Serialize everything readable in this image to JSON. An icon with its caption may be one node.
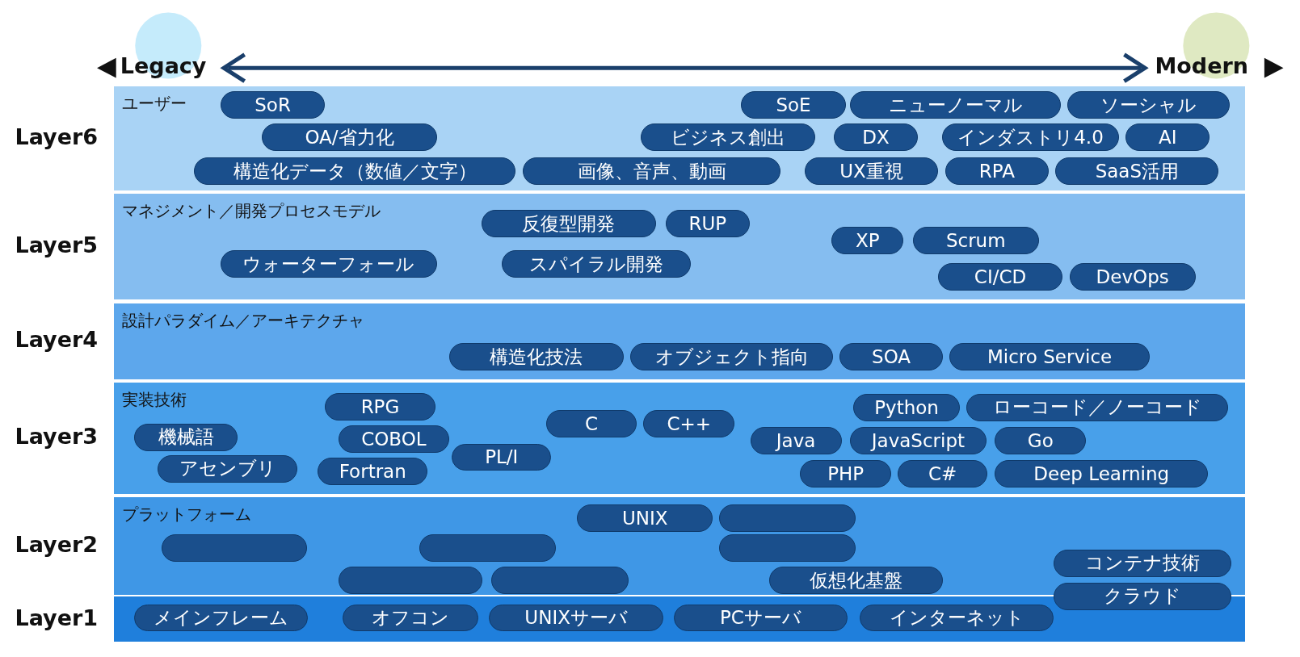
{
  "diagram": {
    "nodes": [
      {
        "text": [
          "Layer6",
          "ユーザー"
        ]
      },
      {
        "text": [
          "SoR"
        ],
        "in": 0
      },
      {
        "text": [
          "SoE"
        ],
        "in": 0
      },
      {
        "text": [
          "ニューノーマル"
        ],
        "in": 0
      },
      {
        "text": [
          "ソーシャル"
        ],
        "in": 0
      },
      {
        "text": [
          "OA/省力化"
        ],
        "in": 0
      },
      {
        "text": [
          "ビジネス創出"
        ],
        "in": 0
      },
      {
        "text": [
          "DX"
        ],
        "in": 0
      },
      {
        "text": [
          "インダストリ4.0"
        ],
        "in": 0
      },
      {
        "text": [
          "AI"
        ],
        "in": 0
      },
      {
        "text": [
          "構造化データ（数値／文字）"
        ],
        "in": 0
      },
      {
        "text": [
          "画像、音声、動画"
        ],
        "in": 0
      },
      {
        "text": [
          "UX重視"
        ],
        "in": 0
      },
      {
        "text": [
          "RPA"
        ],
        "in": 0
      },
      {
        "text": [
          "SaaS活用"
        ],
        "in": 0
      },
      {
        "text": [
          "Layer5",
          "マネジメント／開発プロセスモデル"
        ]
      },
      {
        "text": [
          "反復型開発"
        ],
        "in": 15
      },
      {
        "text": [
          "RUP"
        ],
        "in": 15
      },
      {
        "text": [
          "XP"
        ],
        "in": 15
      },
      {
        "text": [
          "Scrum"
        ],
        "in": 15
      },
      {
        "text": [
          "ウォーターフォール"
        ],
        "in": 15
      },
      {
        "text": [
          "スパイラル開発"
        ],
        "in": 15
      },
      {
        "text": [
          "CI/CD"
        ],
        "in": 15
      },
      {
        "text": [
          "DevOps"
        ],
        "in": 15
      },
      {
        "text": [
          "Layer4",
          "設計パラダイム／アーキテクチャ"
        ]
      },
      {
        "text": [
          "構造化技法"
        ],
        "in": 24
      },
      {
        "text": [
          "オブジェクト指向"
        ],
        "in": 24
      },
      {
        "text": [
          "SOA"
        ],
        "in": 24
      },
      {
        "text": [
          "Micro Service"
        ],
        "in": 24
      },
      {
        "text": [
          "Layer3",
          "実装技術"
        ]
      },
      {
        "text": [
          "RPG"
        ],
        "in": 29
      },
      {
        "text": [
          "Python"
        ],
        "in": 29
      },
      {
        "text": [
          "ローコード／ノーコード"
        ],
        "in": 29
      },
      {
        "text": [
          "C"
        ],
        "in": 29
      },
      {
        "text": [
          "C++"
        ],
        "in": 29
      },
      {
        "text": [
          "機械語"
        ],
        "in": 29
      },
      {
        "text": [
          "COBOL"
        ],
        "in": 29
      },
      {
        "text": [
          "Java"
        ],
        "in": 29
      },
      {
        "text": [
          "JavaScript"
        ],
        "in": 29
      },
      {
        "text": [
          "Go"
        ],
        "in": 29
      },
      {
        "text": [
          "PL/I"
        ],
        "in": 29
      },
      {
        "text": [
          "アセンブリ"
        ],
        "in": 29
      },
      {
        "text": [
          "Fortran"
        ],
        "in": 29
      },
      {
        "text": [
          "PHP"
        ],
        "in": 29
      },
      {
        "text": [
          "C#"
        ],
        "in": 29
      },
      {
        "text": [
          "Deep Learning"
        ],
        "in": 29
      },
      {
        "text": [
          "Layer2",
          "プラットフォーム"
        ]
      },
      {
        "text": [
          "UNIX"
        ],
        "in": 46
      },
      {
        "text": [],
        "shape": "box",
        "in": 46
      },
      {
        "text": [],
        "shape": "box",
        "in": 46
      },
      {
        "text": [],
        "shape": "box",
        "in": 46
      },
      {
        "text": [],
        "shape": "box",
        "in": 46
      },
      {
        "text": [
          "コンテナ技術"
        ],
        "in": 46
      },
      {
        "text": [],
        "shape": "box",
        "in": 46
      },
      {
        "text": [],
        "shape": "box",
        "in": 46
      },
      {
        "text": [
          "仮想化基盤"
        ],
        "in": 46
      },
      {
        "text": [
          "クラウド"
        ]
      },
      {
        "text": [
          "Layer1"
        ]
      },
      {
        "text": [
          "メインフレーム"
        ],
        "in": 57
      },
      {
        "text": [
          "オフコン"
        ],
        "in": 57
      },
      {
        "text": [
          "UNIXサーバ"
        ],
        "in": 57
      },
      {
        "text": [
          "PCサーバ"
        ],
        "in": 57
      },
      {
        "text": [
          "インターネット"
        ],
        "in": 57
      },
      {
        "text": [],
        "shape": "circle"
      },
      {
        "text": [],
        "shape": "circle"
      }
    ],
    "labels": [
      "Legacy",
      "Modern"
    ]
  }
}
